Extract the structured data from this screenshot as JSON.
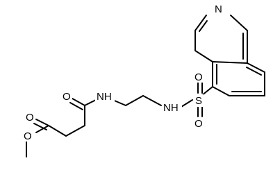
{
  "atoms": {
    "n_ring": "N",
    "s": "S",
    "o_s1": "O",
    "o_s2": "O",
    "nh_sulfonamide": "NH",
    "nh_amide": "NH",
    "o_amide": "O",
    "o_ester_carbonyl": "O",
    "o_ester": "O"
  },
  "colors": {
    "bond": "#000000",
    "text": "#000000",
    "background": "#ffffff"
  }
}
